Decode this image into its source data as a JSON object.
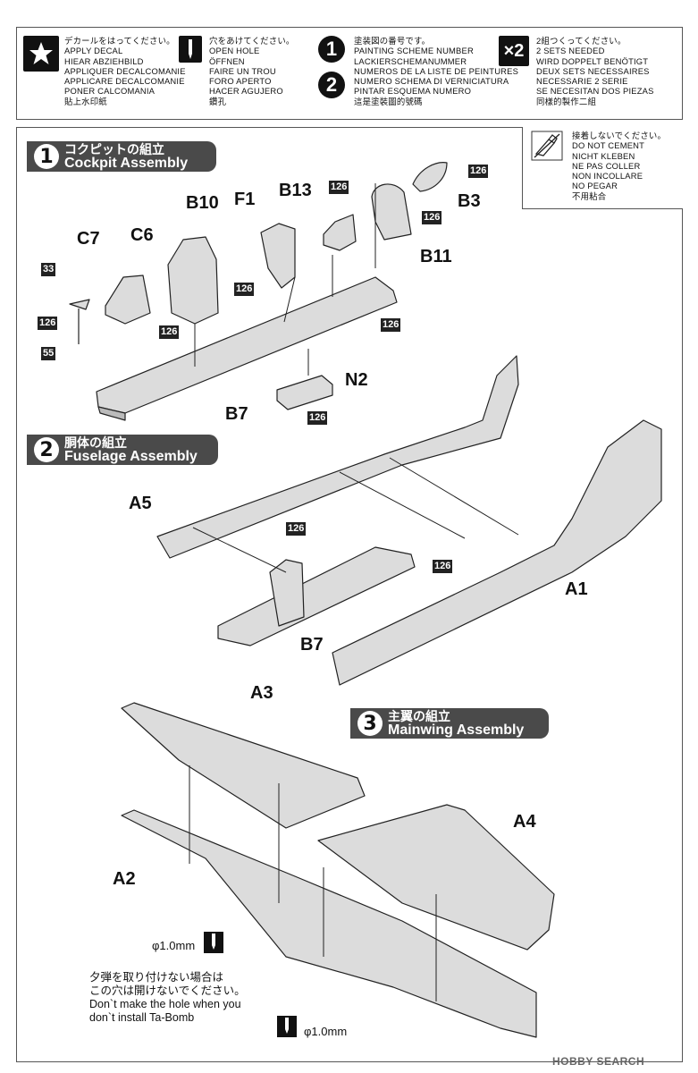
{
  "legend": {
    "apply_decal": [
      "デカールをはってください。",
      "APPLY DECAL",
      "HIEAR ABZIEHBILD",
      "APPLIQUER DECALCOMANIE",
      "APPLICARE DECALCOMANIE",
      "PONER CALCOMANIA",
      "貼上水印紙"
    ],
    "open_hole": [
      "穴をあけてください。",
      "OPEN HOLE",
      "ÖFFNEN",
      "FAIRE UN TROU",
      "FORO APERTO",
      "HACER AGUJERO",
      "鑽孔"
    ],
    "painting_scheme": [
      "塗装図の番号です。",
      "PAINTING SCHEME NUMBER",
      "LACKIERSCHEMANUMMER",
      "NUMEROS DE LA LISTE DE PEINTURES",
      "NUMERO SCHEMA DI VERNICIATURA",
      "PINTAR ESQUEMA NUMERO",
      "這是塗裝圖的號碼"
    ],
    "two_sets": [
      "2組つくってください。",
      "2 SETS NEEDED",
      "WIRD DOPPELT BENÖTIGT",
      "DEUX SETS NECESSAIRES",
      "NECESSARIE 2 SERIE",
      "SE NECESITAN DOS PIEZAS",
      "同樣的製作二組"
    ],
    "x2_label": "×2",
    "scheme_nums": [
      "1",
      "2"
    ]
  },
  "do_not_cement": [
    "接着しないでください。",
    "DO NOT CEMENT",
    "NICHT KLEBEN",
    "NE PAS COLLER",
    "NON INCOLLARE",
    "NO PEGAR",
    "不用粘合"
  ],
  "steps": [
    {
      "num": "1",
      "jp": "コクピットの組立",
      "en": "Cockpit Assembly"
    },
    {
      "num": "2",
      "jp": "胴体の組立",
      "en": "Fuselage Assembly"
    },
    {
      "num": "3",
      "jp": "主翼の組立",
      "en": "Mainwing Assembly"
    }
  ],
  "parts": {
    "c7": "C7",
    "c6": "C6",
    "b10": "B10",
    "f1": "F1",
    "b13": "B13",
    "b3": "B3",
    "b11": "B11",
    "b7": "B7",
    "n2": "N2",
    "a5": "A5",
    "a1": "A1",
    "b7b": "B7",
    "a3": "A3",
    "a2": "A2",
    "a4": "A4"
  },
  "paint_codes": {
    "p126": "126",
    "p33": "33",
    "p55": "55"
  },
  "holes": {
    "size1": "φ1.0mm",
    "size2": "φ1.0mm",
    "note_jp": [
      "夕弾を取り付けない場合は",
      "この穴は開けないでください。"
    ],
    "note_en": [
      "Don`t make the hole when you",
      "don`t install Ta-Bomb"
    ]
  },
  "watermark": "HOBBY SEARCH"
}
